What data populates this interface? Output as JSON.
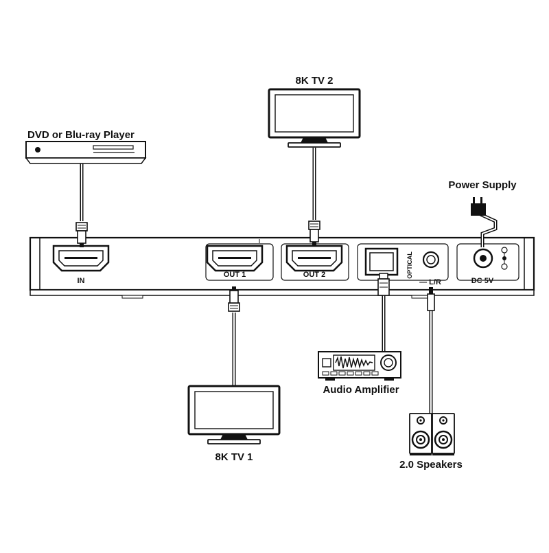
{
  "devices": {
    "source": "DVD or Blu-ray Player",
    "tv2": "8K TV 2",
    "tv1": "8K TV 1",
    "power": "Power Supply",
    "amplifier": "Audio Amplifier",
    "speakers": "2.0 Speakers"
  },
  "ports": {
    "in": "IN",
    "out1": "OUT 1",
    "out2": "OUT 2",
    "optical": "OPTICAL",
    "lr": "— L/R",
    "dc": "DC 5V"
  },
  "icons": {
    "hdmi_port": "hdmi-port-icon",
    "hdmi_plug": "hdmi-plug-icon",
    "tv": "tv-icon",
    "player": "blu-ray-player-icon",
    "adapter": "power-adapter-icon",
    "amplifier": "amplifier-icon",
    "speaker": "speaker-icon",
    "polarity": "polarity-icon"
  }
}
